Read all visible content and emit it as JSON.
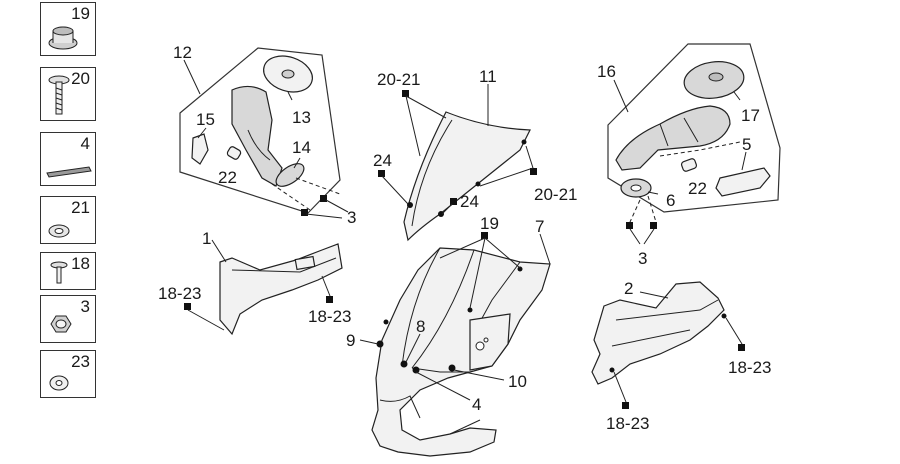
{
  "legend": [
    {
      "number": "19",
      "icon": "grommet-icon"
    },
    {
      "number": "20",
      "icon": "screw-icon"
    },
    {
      "number": "4",
      "icon": "foam-strip-icon"
    },
    {
      "number": "21",
      "icon": "washer-icon"
    },
    {
      "number": "18",
      "icon": "pin-icon"
    },
    {
      "number": "3",
      "icon": "nut-icon"
    },
    {
      "number": "23",
      "icon": "flat-washer-icon"
    }
  ],
  "labels": {
    "l12": "12",
    "l13": "13",
    "l14": "14",
    "l15": "15",
    "l22a": "22",
    "l3a": "3",
    "l2021a": "20-21",
    "l11": "11",
    "l24a": "24",
    "l24b": "24",
    "l2021b": "20-21",
    "l16": "16",
    "l17": "17",
    "l5": "5",
    "l22b": "22",
    "l6": "6",
    "l3b": "3",
    "l1": "1",
    "l1823a": "18-23",
    "l1823b": "18-23",
    "l19": "19",
    "l7": "7",
    "l8": "8",
    "l9": "9",
    "l4": "4",
    "l10": "10",
    "l2": "2",
    "l1823c": "18-23",
    "l1823d": "18-23"
  }
}
